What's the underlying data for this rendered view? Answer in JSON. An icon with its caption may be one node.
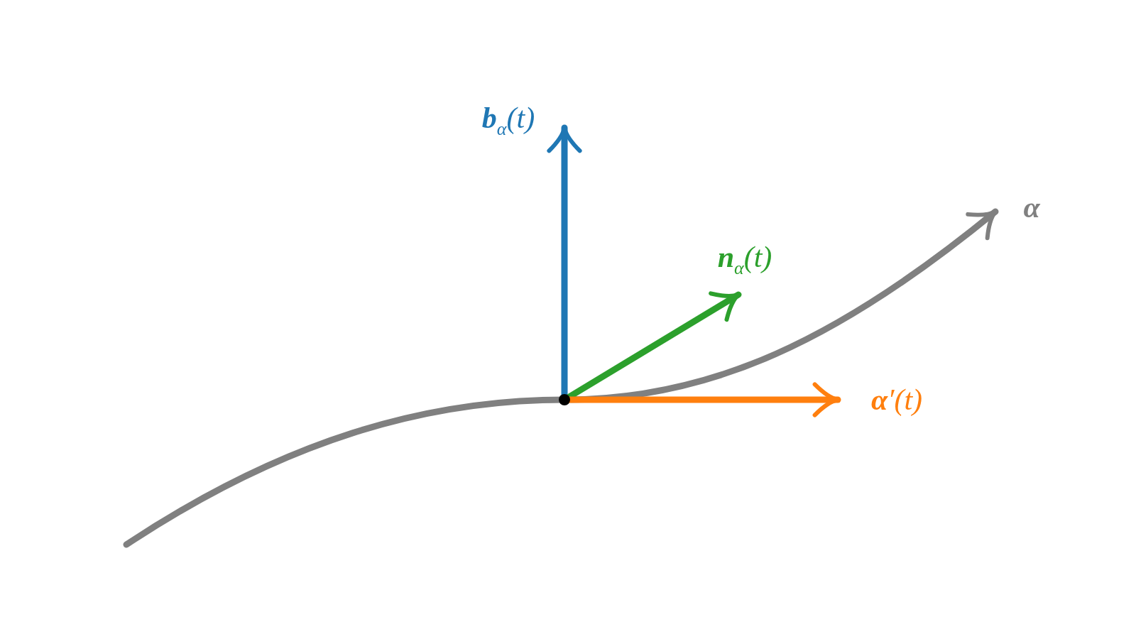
{
  "diagram": {
    "labels": [
      "**b**$_{α}$(t)",
      "α",
      "**n**$_{α}$(t)",
      "**α**′(t)"
    ]
  }
}
